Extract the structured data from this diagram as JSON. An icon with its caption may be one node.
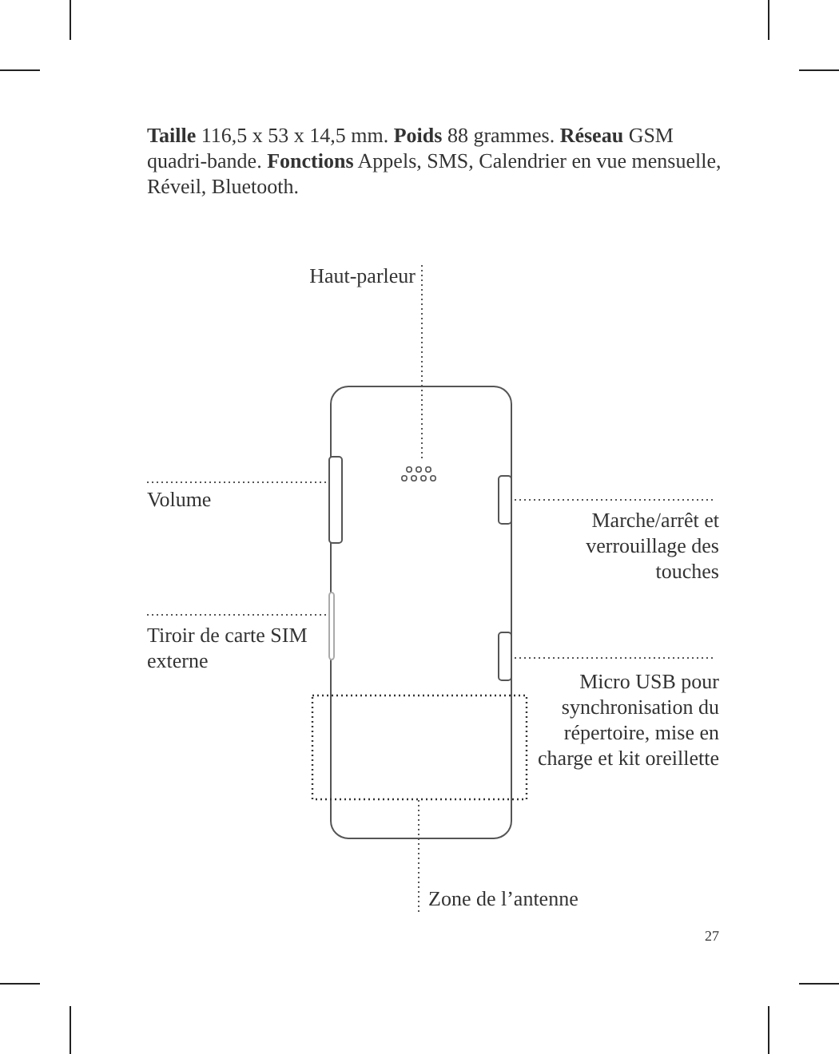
{
  "diagram": {
    "nodes": [
      {
        "text": [
          "Haut-parleur"
        ]
      },
      {
        "text": [],
        "shape": "picture"
      },
      {
        "text": [
          "Volume"
        ]
      },
      {
        "text": [],
        "shape": "bar"
      },
      {
        "text": [
          "Marche/arrêt et verrouillage des touches"
        ]
      },
      {
        "text": [],
        "shape": "bar"
      },
      {
        "text": [
          "Tiroir de carte SIM externe"
        ]
      },
      {
        "text": [],
        "shape": "bar"
      },
      {
        "text": [
          "Micro USB pour synchronisation du répertoire, mise en charge et kit oreillette"
        ]
      },
      {
        "text": [],
        "shape": "bar"
      },
      {
        "text": [],
        "shape": "box"
      },
      {
        "text": [
          "Zone de l’antenne"
        ]
      }
    ],
    "edges": [
      {
        "from": 0,
        "to": 1,
        "arrow": "none"
      },
      {
        "from": 2,
        "to": 3,
        "arrow": "none"
      },
      {
        "from": 4,
        "to": 5,
        "arrow": "none"
      },
      {
        "from": 6,
        "to": 7,
        "arrow": "none"
      },
      {
        "from": 8,
        "to": 9,
        "arrow": "none"
      },
      {
        "from": 11,
        "to": 10,
        "arrow": "none"
      }
    ],
    "labels": [
      "**Taille** 116,5 x 53 x 14,5 mm. **Poids** 88 grammes. **Réseau** GSM quadri-bande. **Fonctions** Appels, SMS, Calendrier en vue mensuelle, Réveil, Bluetooth.",
      "27"
    ]
  }
}
